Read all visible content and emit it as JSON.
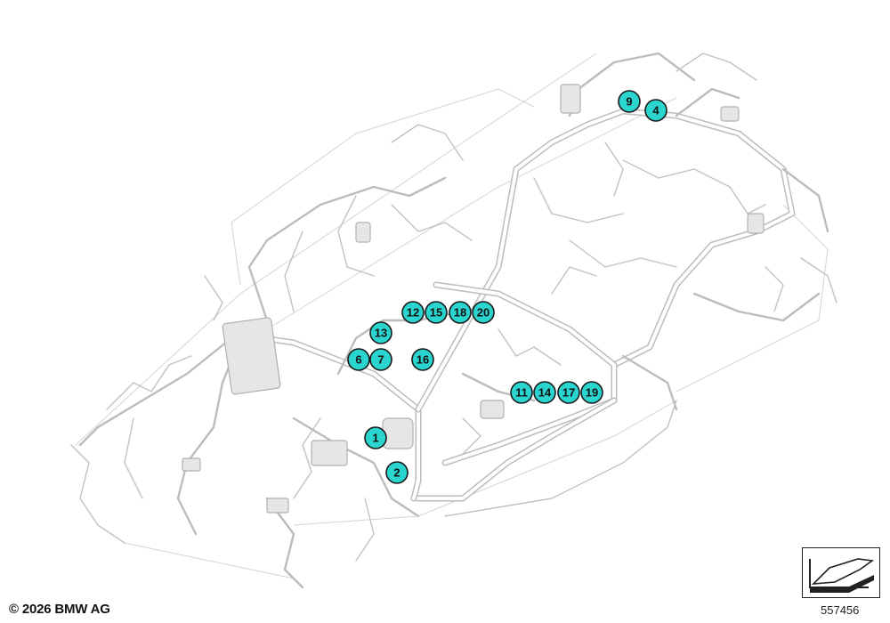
{
  "copyright": "© 2026 BMW AG",
  "reference_number": "557456",
  "callouts": [
    "1",
    "2",
    "4",
    "6",
    "7",
    "9",
    "11",
    "12",
    "13",
    "14",
    "15",
    "16",
    "17",
    "18",
    "19",
    "20"
  ],
  "colors": {
    "callout_fill": "#2ad4cf",
    "callout_stroke": "#1a1a1a",
    "wiring": "#bdbdbd"
  },
  "icons": {
    "reference_symbol": "harness-reference-icon"
  }
}
